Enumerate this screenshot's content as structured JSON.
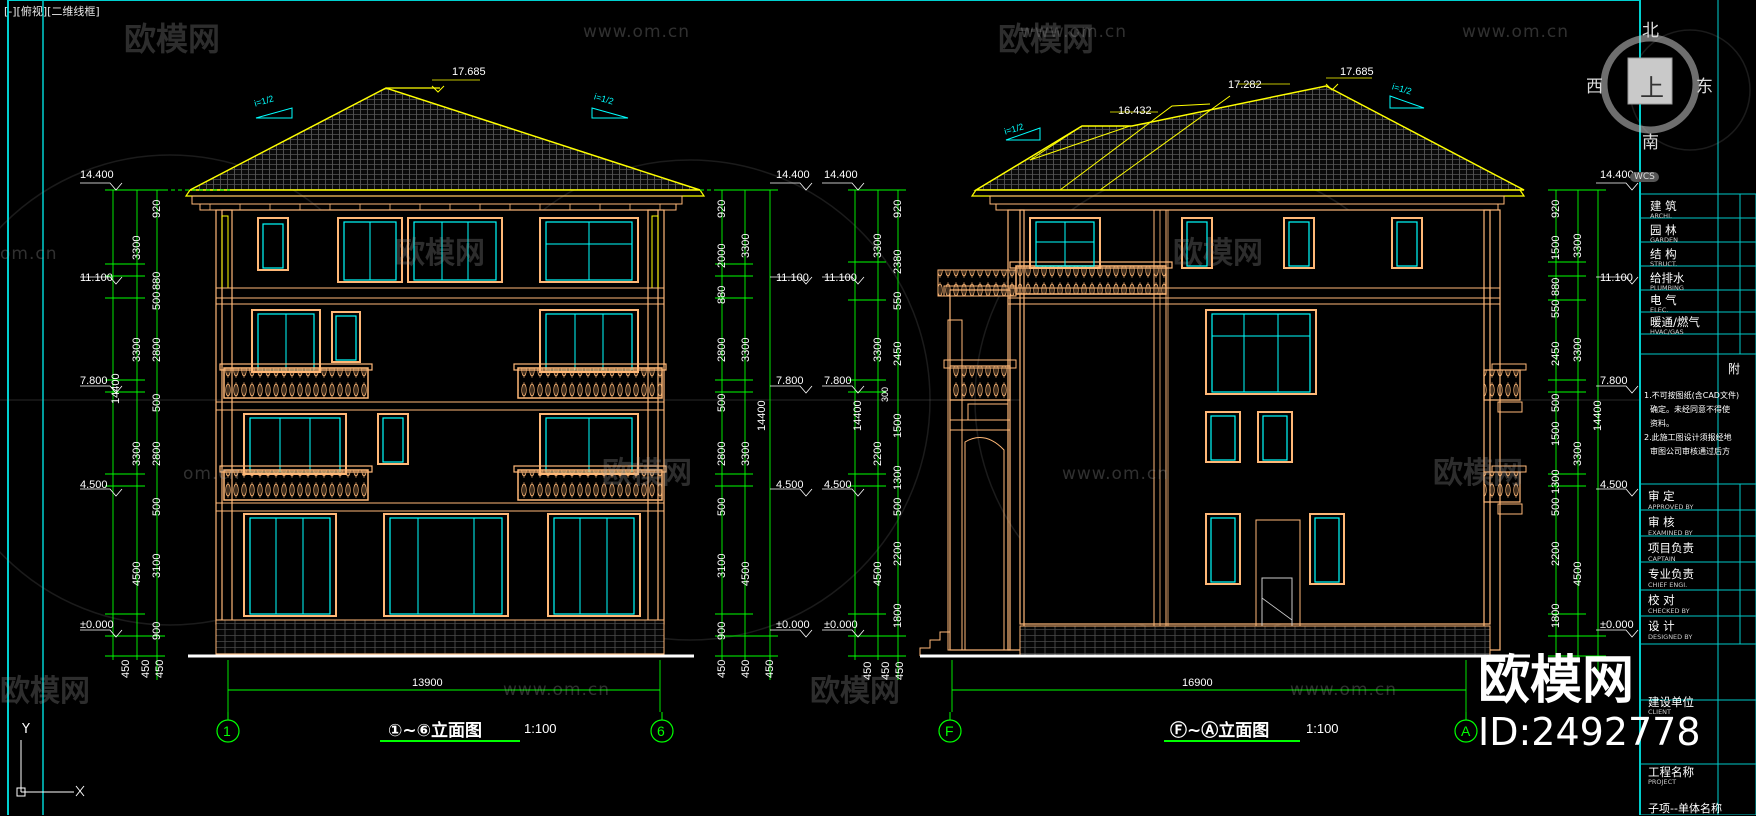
{
  "viewport": {
    "label": "[-][俯视][二维线框]"
  },
  "colors": {
    "bg": "#000000",
    "building": "#ffb877",
    "roof": "#ffff00",
    "glass": "#00ffff",
    "dim": "#00ff00",
    "frame": "#00c8c8",
    "text": "#ffffff"
  },
  "drawing1": {
    "title": "①~⑥立面图",
    "title_circled": [
      "①",
      "⑥"
    ],
    "title_text": "立面图",
    "scale": "1:100",
    "axis_left": "1",
    "axis_right": "6",
    "ridge_elev": "17.685",
    "roof_slope": "i=1/2",
    "slope_num": "2",
    "total_width": "13900",
    "levels": [
      "14.400",
      "11.100",
      "7.800",
      "4.500",
      "±0.000"
    ],
    "left_dims": [
      "920",
      "3300",
      "880",
      "500",
      "2800",
      "3300",
      "500",
      "2800",
      "3300",
      "500",
      "3100",
      "4500",
      "900",
      "450"
    ],
    "right_dims": [
      "920",
      "2000",
      "3300",
      "880",
      "500",
      "2800",
      "3300",
      "500",
      "2800",
      "3300",
      "500",
      "3100",
      "4500",
      "900",
      "450"
    ],
    "total_height": "14400"
  },
  "drawing2": {
    "title": "Ⓕ~Ⓐ立面图",
    "title_circled": [
      "Ⓕ",
      "Ⓐ"
    ],
    "title_text": "立面图",
    "scale": "1:100",
    "axis_left": "F",
    "axis_right": "A",
    "ridge_elev": "17.685",
    "ridge_elev2": "17.282",
    "ridge_elev3": "16.432",
    "roof_slope": "i=1/2",
    "slope_num": "2",
    "total_width": "16900",
    "levels": [
      "14.400",
      "11.100",
      "7.800",
      "4.500",
      "±0.000"
    ],
    "left_dims": [
      "920",
      "2380",
      "3300",
      "550",
      "2450",
      "300",
      "3300",
      "1500",
      "1300",
      "500",
      "2200",
      "4500",
      "1800",
      "450"
    ],
    "right_dims": [
      "920",
      "1500",
      "3300",
      "880",
      "550",
      "2450",
      "3300",
      "500",
      "1500",
      "1300",
      "500",
      "2200",
      "4500",
      "1800",
      "450"
    ],
    "total_height": "14400"
  },
  "compass": {
    "north": "北",
    "south": "南",
    "west": "西",
    "east": "东",
    "center": "上",
    "wcs": "WCS"
  },
  "title_block": {
    "rows": [
      {
        "zh": "建 筑",
        "en": "ARCHI."
      },
      {
        "zh": "园 林",
        "en": "GARDEN"
      },
      {
        "zh": "结 构",
        "en": "STRUCT."
      },
      {
        "zh": "给排水",
        "en": "PLUMBING"
      },
      {
        "zh": "电 气",
        "en": "ELEC."
      },
      {
        "zh": "暖通/燃气",
        "en": "HVAC/GAS"
      }
    ],
    "notes": [
      "1.不可按图纸(含CAD文件)",
      "确定。未经同意不得使",
      "资料。",
      "2.此施工图设计须报经地",
      "审图公司审核通过后方"
    ],
    "notes_header": "附",
    "roles": [
      {
        "zh": "审 定",
        "en": "APPROVED BY"
      },
      {
        "zh": "审 核",
        "en": "EXAMINED BY"
      },
      {
        "zh": "项目负责",
        "en": "CAPTAIN"
      },
      {
        "zh": "专业负责",
        "en": "CHIEF ENGI."
      },
      {
        "zh": "校 对",
        "en": "CHECKED BY"
      },
      {
        "zh": "设 计",
        "en": "DESIGNED BY"
      }
    ],
    "client_zh": "建设单位",
    "client_en": "CLIENT",
    "project_zh": "工程名称",
    "project_en": "PROJECT",
    "subitem": "子项--单体名称"
  },
  "watermark": {
    "brand": "欧模网",
    "url": "www.om.cn",
    "partial_url": "om.cn",
    "id": "ID:2492778"
  },
  "ucs": {
    "y": "Y",
    "x": "X"
  }
}
